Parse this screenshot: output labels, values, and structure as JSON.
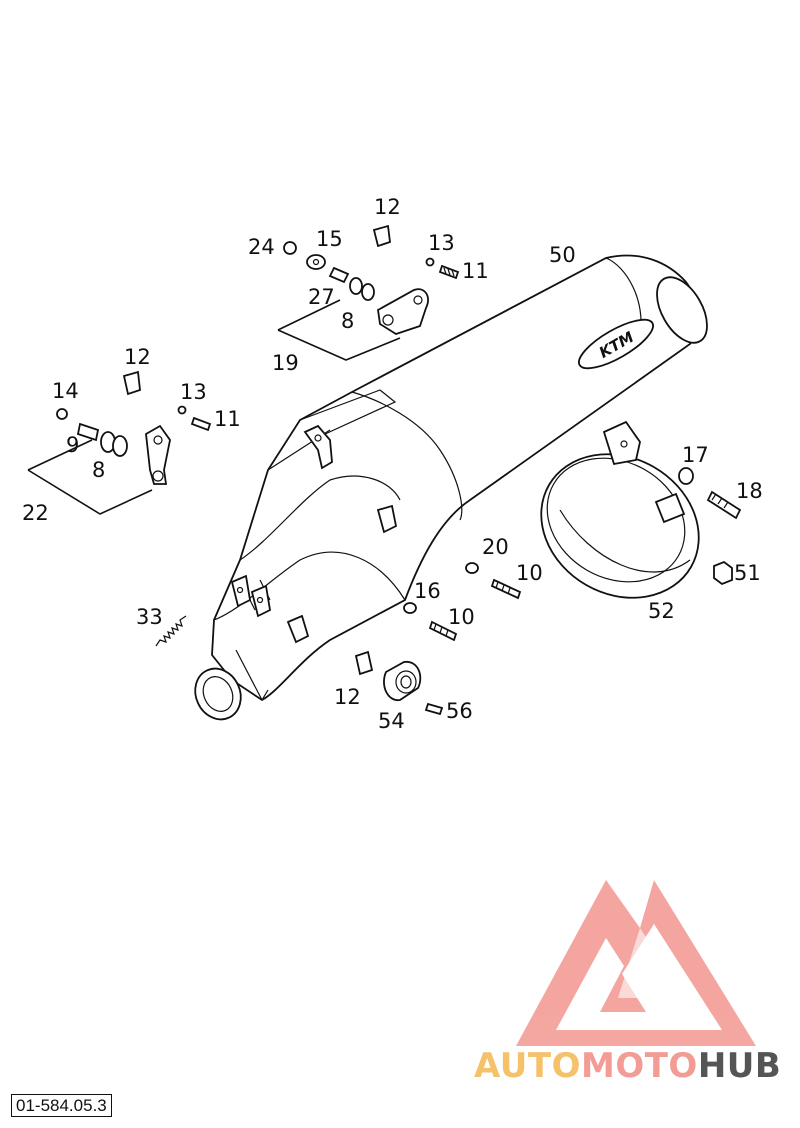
{
  "diagram": {
    "callouts": [
      {
        "id": "c12a",
        "text": "12"
      },
      {
        "id": "c24",
        "text": "24"
      },
      {
        "id": "c15",
        "text": "15"
      },
      {
        "id": "c13a",
        "text": "13"
      },
      {
        "id": "c11a",
        "text": "11"
      },
      {
        "id": "c50",
        "text": "50"
      },
      {
        "id": "c27",
        "text": "27"
      },
      {
        "id": "c8a",
        "text": "8"
      },
      {
        "id": "c19",
        "text": "19"
      },
      {
        "id": "c12b",
        "text": "12"
      },
      {
        "id": "c14",
        "text": "14"
      },
      {
        "id": "c13b",
        "text": "13"
      },
      {
        "id": "c11b",
        "text": "11"
      },
      {
        "id": "c9",
        "text": "9"
      },
      {
        "id": "c8b",
        "text": "8"
      },
      {
        "id": "c22",
        "text": "22"
      },
      {
        "id": "c17",
        "text": "17"
      },
      {
        "id": "c18",
        "text": "18"
      },
      {
        "id": "c20",
        "text": "20"
      },
      {
        "id": "c10a",
        "text": "10"
      },
      {
        "id": "c51",
        "text": "51"
      },
      {
        "id": "c16",
        "text": "16"
      },
      {
        "id": "c10b",
        "text": "10"
      },
      {
        "id": "c52",
        "text": "52"
      },
      {
        "id": "c33",
        "text": "33"
      },
      {
        "id": "c12c",
        "text": "12"
      },
      {
        "id": "c54",
        "text": "54"
      },
      {
        "id": "c56",
        "text": "56"
      }
    ],
    "drawing_code": "01-584.05.3",
    "muffler_logo": "KTM"
  },
  "watermark": {
    "part1": "AUTO",
    "part2": "MOTO",
    "part3": "HUB",
    "colors": {
      "auto": "#f5c26b",
      "moto": "#f39c96",
      "hub": "#555555",
      "logo": "#f08c86"
    }
  }
}
